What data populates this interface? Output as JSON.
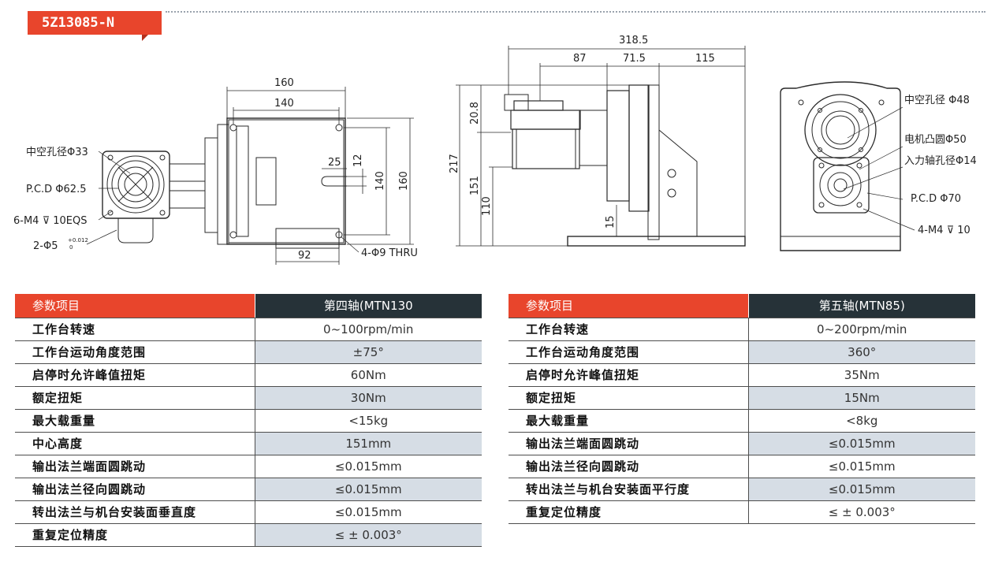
{
  "model": "5Z13085-N",
  "drawing_left": {
    "dims": {
      "w160": "160",
      "w140": "140",
      "h160": "160",
      "h140": "140",
      "d25": "25",
      "d12": "12",
      "d92": "92"
    },
    "callouts": {
      "hollow": "中空孔径Φ33",
      "pcd": "P.C.D Φ62.5",
      "tap": "6-M4 ⊽ 10EQS",
      "pin": "2-Φ5",
      "pin_tol_upper": "+0.012",
      "pin_tol_lower": "0",
      "thru": "4-Φ9 THRU"
    }
  },
  "drawing_middle": {
    "dims": {
      "w3185": "318.5",
      "d87": "87",
      "d715": "71.5",
      "d115": "115",
      "h217": "217",
      "h208": "20.8",
      "h151": "151",
      "h110": "110",
      "h15": "15"
    }
  },
  "drawing_right": {
    "callouts": {
      "hollow": "中空孔径 Φ48",
      "boss": "电机凸圆Φ50",
      "input": "入力轴孔径Φ14",
      "pcd": "P.C.D Φ70",
      "tap": "4-M4 ⊽ 10"
    }
  },
  "table_left": {
    "header_label": "参数项目",
    "header_value": "第四轴(MTN130",
    "rows": [
      {
        "label": "工作台转速",
        "value": "0~100rpm/min"
      },
      {
        "label": "工作台运动角度范围",
        "value": "±75°"
      },
      {
        "label": "启停时允许峰值扭矩",
        "value": "60Nm"
      },
      {
        "label": "额定扭矩",
        "value": "30Nm"
      },
      {
        "label": "最大载重量",
        "value": "<15kg"
      },
      {
        "label": "中心高度",
        "value": "151mm"
      },
      {
        "label": "输出法兰端面圆跳动",
        "value": "≤0.015mm"
      },
      {
        "label": "输出法兰径向圆跳动",
        "value": "≤0.015mm"
      },
      {
        "label": "转出法兰与机台安装面垂直度",
        "value": "≤0.015mm"
      },
      {
        "label": "重复定位精度",
        "value": "≤ ± 0.003°"
      }
    ]
  },
  "table_right": {
    "header_label": "参数项目",
    "header_value": "第五轴(MTN85)",
    "rows": [
      {
        "label": "工作台转速",
        "value": "0~200rpm/min"
      },
      {
        "label": "工作台运动角度范围",
        "value": "360°"
      },
      {
        "label": "启停时允许峰值扭矩",
        "value": "35Nm"
      },
      {
        "label": "额定扭矩",
        "value": "15Nm"
      },
      {
        "label": "最大载重量",
        "value": "<8kg"
      },
      {
        "label": "输出法兰端面圆跳动",
        "value": "≤0.015mm"
      },
      {
        "label": "输出法兰径向圆跳动",
        "value": "≤0.015mm"
      },
      {
        "label": "转出法兰与机台安装面平行度",
        "value": "≤0.015mm"
      },
      {
        "label": "重复定位精度",
        "value": "≤ ± 0.003°"
      }
    ]
  },
  "colors": {
    "accent": "#e8452c",
    "header_dark": "#263238",
    "row_alt": "#d6dde5"
  }
}
